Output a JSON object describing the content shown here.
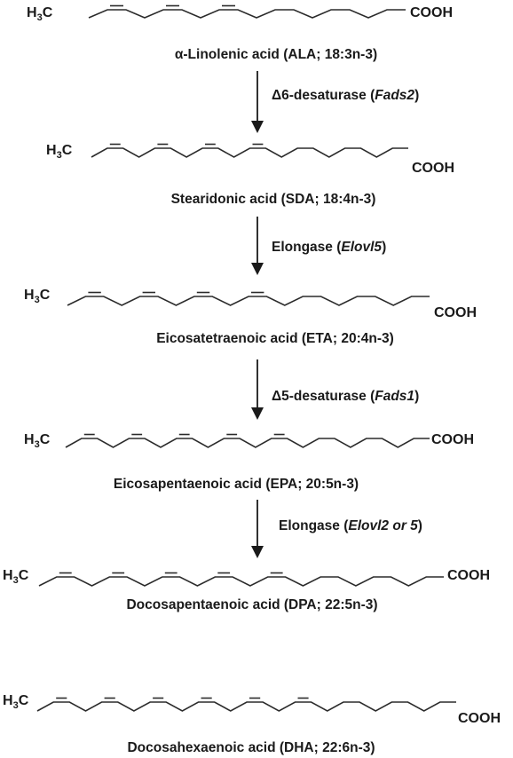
{
  "compounds": [
    {
      "name": "α-Linolenic acid (ALA; 18:3n-3)",
      "left_group": "H3C",
      "right_group": "COOH",
      "double_bonds": [
        2,
        5,
        8
      ]
    },
    {
      "name": "Stearidonic acid (SDA; 18:4n-3)",
      "left_group": "H3C",
      "right_group": "COOH",
      "double_bonds": [
        2,
        5,
        8,
        11
      ]
    },
    {
      "name": "Eicosatetraenoic acid (ETA; 20:4n-3)",
      "left_group": "H3C",
      "right_group": "COOH",
      "double_bonds": [
        2,
        5,
        8,
        11
      ]
    },
    {
      "name": "Eicosapentaenoic acid (EPA; 20:5n-3)",
      "left_group": "H3C",
      "right_group": "COOH",
      "double_bonds": [
        2,
        5,
        8,
        11,
        14
      ]
    },
    {
      "name": "Docosapentaenoic acid (DPA; 22:5n-3)",
      "left_group": "H3C",
      "right_group": "COOH",
      "double_bonds": [
        2,
        5,
        8,
        11,
        14
      ]
    },
    {
      "name": "Docosahexaenoic acid (DHA; 22:6n-3)",
      "left_group": "H3C",
      "right_group": "COOH",
      "double_bonds": [
        2,
        5,
        8,
        11,
        14,
        17
      ]
    }
  ],
  "steps": [
    {
      "enzyme": "Δ6-desaturase",
      "gene": "Fads2"
    },
    {
      "enzyme": "Elongase",
      "gene": "Elovl5"
    },
    {
      "enzyme": "Δ5-desaturase",
      "gene": "Fads1"
    },
    {
      "enzyme": "Elongase",
      "gene": "Elovl2 or 5"
    }
  ]
}
